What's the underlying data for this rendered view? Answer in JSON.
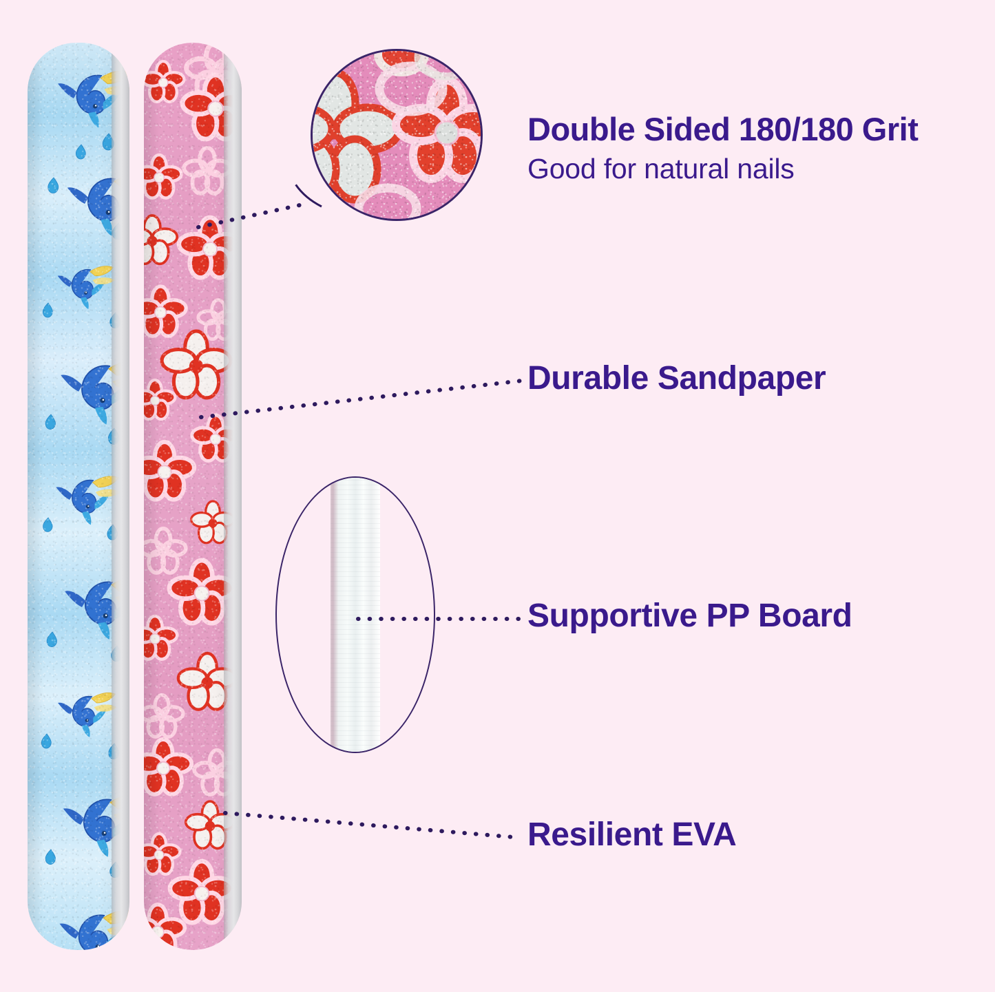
{
  "page": {
    "background_color": "#fdecf4",
    "accent_text_color": "#3a1a8c",
    "callout_outline_color": "#3a2468",
    "leader_line_color": "#2e1a5e"
  },
  "products": [
    {
      "name": "blue-dolphin-nail-file",
      "pattern": "dolphins",
      "surface_color": "#a9d9f3",
      "accent_colors": [
        "#1f5fc4",
        "#2aa9e0",
        "#f2cf4a"
      ],
      "edge_color": "#f2f2f4"
    },
    {
      "name": "pink-flower-nail-file",
      "pattern": "flowers",
      "surface_color": "#e59ec4",
      "accent_colors": [
        "#e03727",
        "#ffffff",
        "#f7b9d4"
      ],
      "edge_color": "#f2f2f4"
    }
  ],
  "callouts": [
    {
      "name": "grit-magnifier",
      "shape": "circle",
      "subject": "pink sandpaper grit close-up"
    },
    {
      "name": "pp-board-magnifier",
      "shape": "oval",
      "subject": "white translucent PP board edge"
    }
  ],
  "labels": {
    "grit_title": "Double Sided 180/180 Grit",
    "grit_subtitle": "Good for natural nails",
    "sandpaper": "Durable Sandpaper",
    "pp_board": "Supportive PP Board",
    "eva": "Resilient EVA"
  }
}
